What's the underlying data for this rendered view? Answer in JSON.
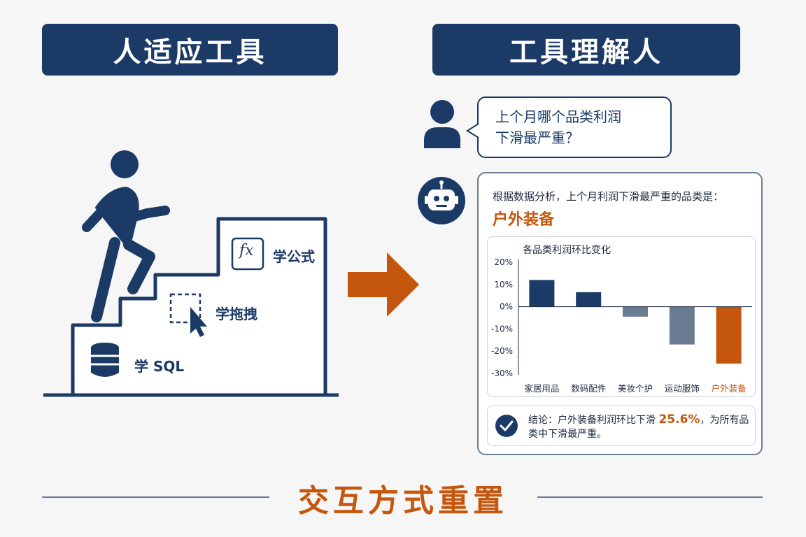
{
  "left_title": "人适应工具",
  "right_title": "工具理解人",
  "steps": [
    {
      "label": "学 SQL",
      "icon": "database-icon"
    },
    {
      "label": "学拖拽",
      "icon": "drag-cursor-icon"
    },
    {
      "label": "学公式",
      "icon": "function-icon"
    }
  ],
  "function_symbol": "fx",
  "user_question": [
    "上个月哪个品类利润",
    "下滑最严重？"
  ],
  "reply": {
    "intro": "根据数据分析，上个月利润下滑最严重的品类是：",
    "answer": "户外装备"
  },
  "chart_data": {
    "type": "bar",
    "title": "各品类利润环比变化",
    "categories": [
      "家居用品",
      "数码配件",
      "美妆个护",
      "运动服饰",
      "户外装备"
    ],
    "values": [
      12,
      6.5,
      -4.5,
      -17,
      -25.6
    ],
    "yticks": [
      "20%",
      "10%",
      "0%",
      "-10%",
      "-20%",
      "-30%"
    ],
    "ylim": [
      -30,
      20
    ],
    "colors": [
      "#1c3a66",
      "#1c3a66",
      "#6b7c92",
      "#6b7c92",
      "#c5560d"
    ],
    "label_colors": [
      "#1c2a3e",
      "#1c2a3e",
      "#1c2a3e",
      "#1c2a3e",
      "#c5560d"
    ]
  },
  "conclusion": {
    "prefix": "结论：户外装备利润环比下滑 ",
    "highlight": "25.6%",
    "suffix": "，为所有品类中下滑最严重。"
  },
  "bottom_title": "交互方式重置",
  "colors": {
    "navy": "#1c3a66",
    "orange": "#c5560d",
    "slate": "#6b7c92"
  }
}
